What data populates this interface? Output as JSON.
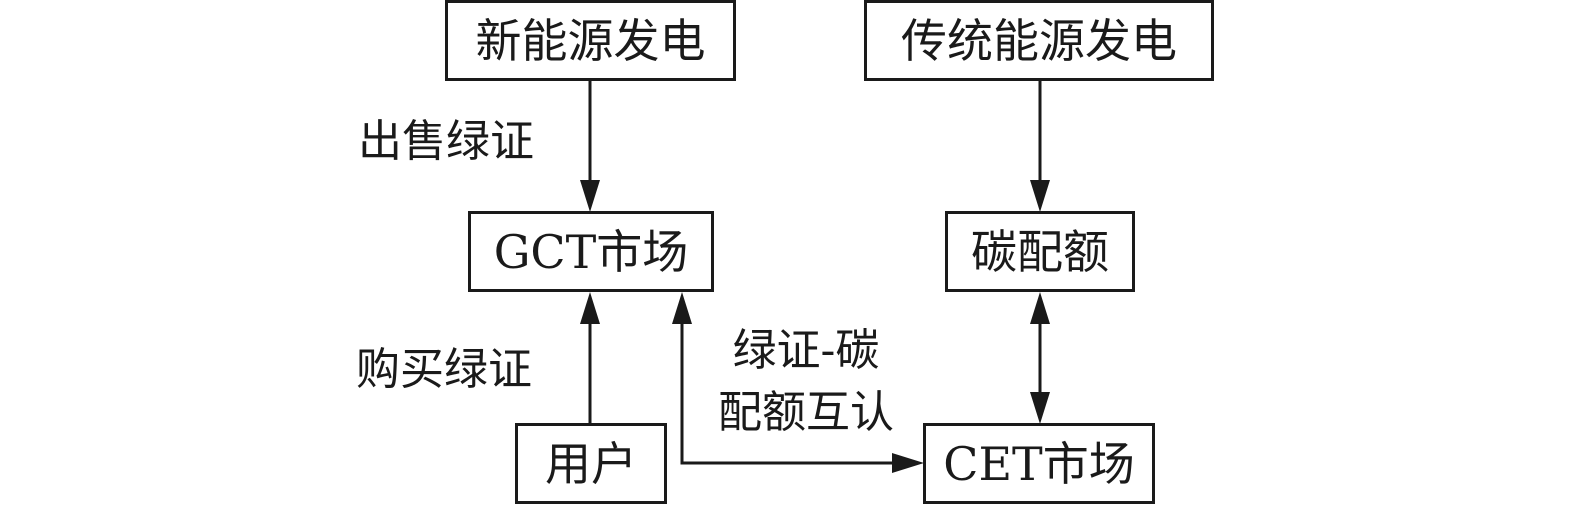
{
  "nodes": {
    "new_energy": "新能源发电",
    "traditional_energy": "传统能源发电",
    "gct_market": "GCT市场",
    "carbon_quota": "碳配额",
    "user": "用户",
    "cet_market": "CET市场"
  },
  "edges": {
    "sell_certificates": "出售绿证",
    "buy_certificates": "购买绿证",
    "mutual_recognition_line1": "绿证-碳",
    "mutual_recognition_line2": "配额互认"
  }
}
